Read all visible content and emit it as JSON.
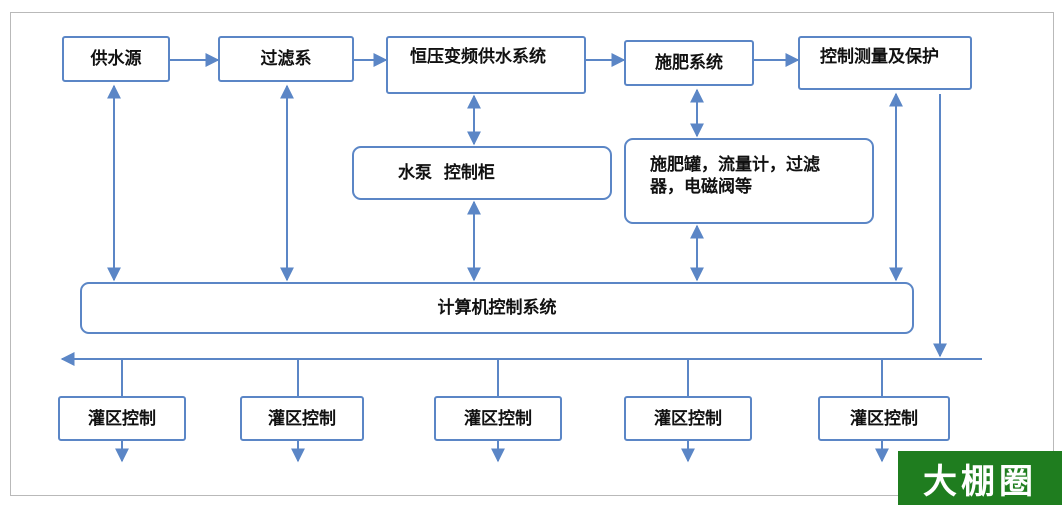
{
  "top_row": {
    "water_source": "供水源",
    "filter_system": "过滤系",
    "vfd_supply": "恒压变频供水系统",
    "fertigation": "施肥系统",
    "control_protect": "控制测量及保护"
  },
  "middle_row": {
    "pump_cabinet": "水泵  控制柜",
    "fert_devices": "施肥罐，流量计，过滤器，电磁阀等"
  },
  "computer_system": "计算机控制系统",
  "zones": [
    "灌区控制",
    "灌区控制",
    "灌区控制",
    "灌区控制",
    "灌区控制"
  ],
  "watermark": "大棚圈",
  "colors": {
    "line": "#5b86c6",
    "box_border": "#5b86c6",
    "logo_bg": "#1f7d1f"
  }
}
